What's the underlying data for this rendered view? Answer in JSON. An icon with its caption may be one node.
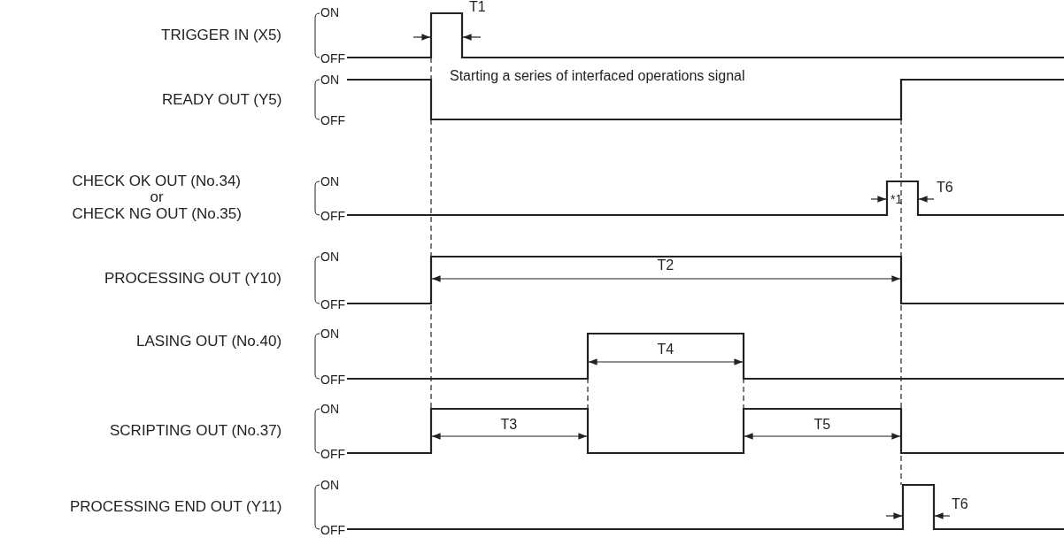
{
  "diagram": {
    "labels": [
      "TRIGGER IN (X5)",
      "ON",
      "T1",
      "OFF",
      "Starting a series of interfaced operations signal",
      "READY OUT (Y5)",
      "ON",
      "OFF",
      "CHECK OK OUT (No.34)",
      "ON",
      "*1",
      "T6",
      "or",
      "CHECK NG OUT (No.35)",
      "OFF",
      "PROCESSING OUT (Y10)",
      "ON",
      "T2",
      "OFF",
      "LASING OUT (No.40)",
      "ON",
      "T4",
      "OFF",
      "SCRIPTING OUT (No.37)",
      "ON",
      "T3",
      "T5",
      "OFF",
      "PROCESSING END OUT (Y11)",
      "ON",
      "T6",
      "OFF"
    ]
  }
}
